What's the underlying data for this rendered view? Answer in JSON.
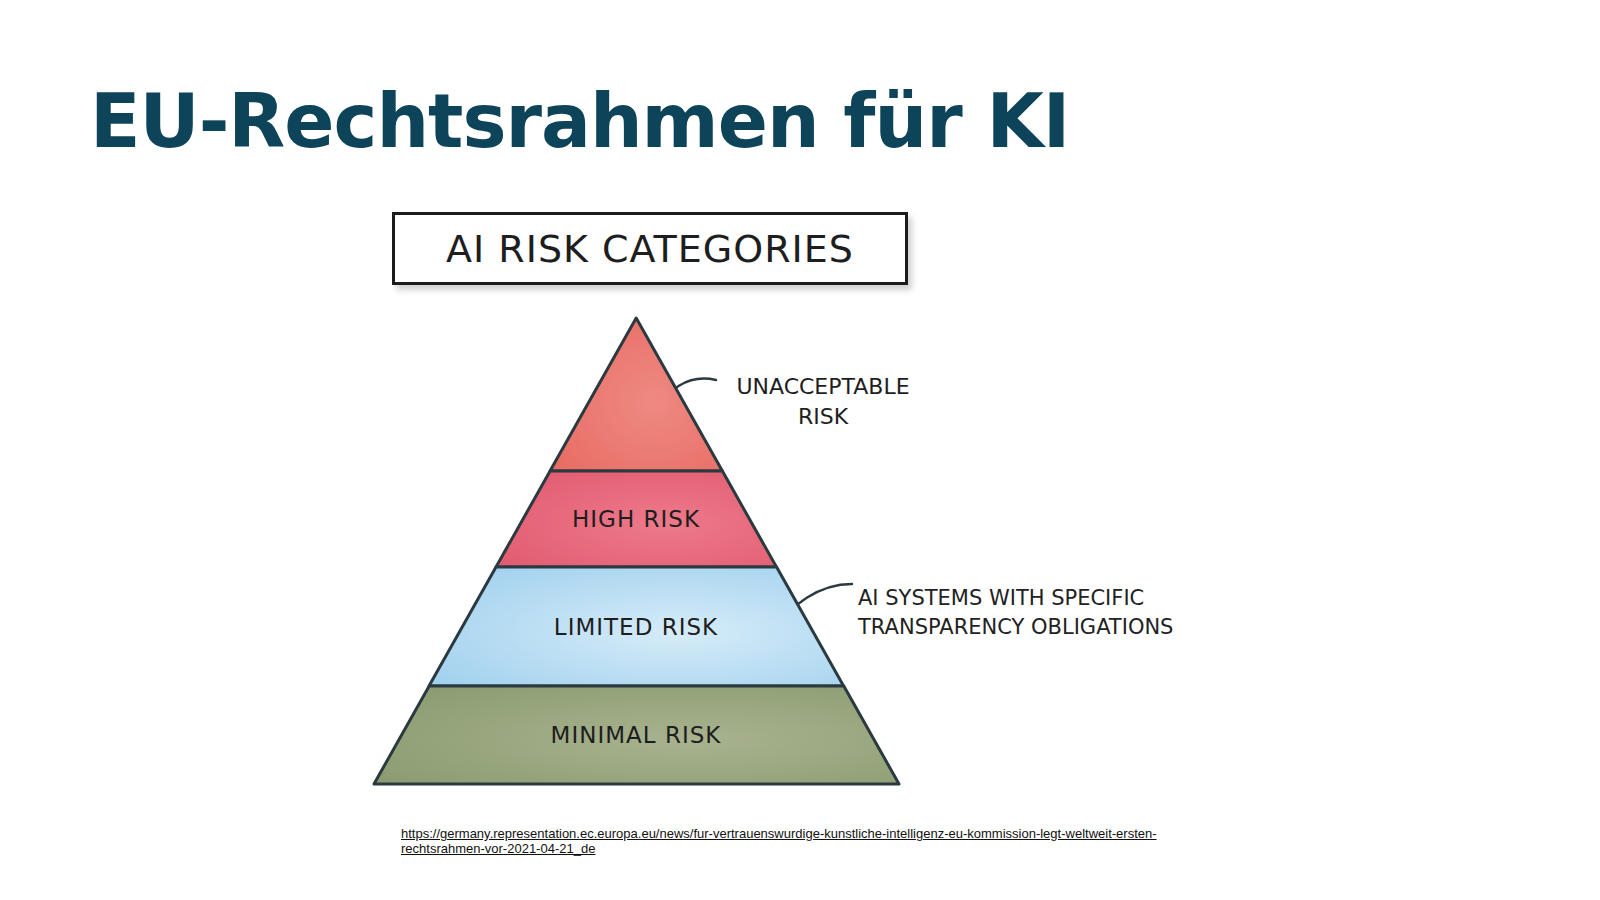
{
  "diagram": {
    "title": "EU-Rechtsrahmen für KI",
    "caption": "https://germany.representation.ec.europa.eu/news/fur-vertrauenswurdige-kunstliche-intelligenz-eu-kommission-legt-weltweit-ersten-rechtsrahmen-vor-2021-04-21_de",
    "nodes": [
      {
        "text": [
          "AI RISK CATEGORIES"
        ]
      },
      {
        "text": [
          "UNACCEPTABLE RISK"
        ]
      },
      {
        "text": [
          "HIGH RISK"
        ]
      },
      {
        "text": [
          "LIMITED RISK"
        ]
      },
      {
        "text": [
          "MINIMAL RISK"
        ]
      }
    ],
    "labels": [
      "AI SYSTEMS WITH SPECIFIC TRANSPARENCY OBLIGATIONS"
    ]
  }
}
